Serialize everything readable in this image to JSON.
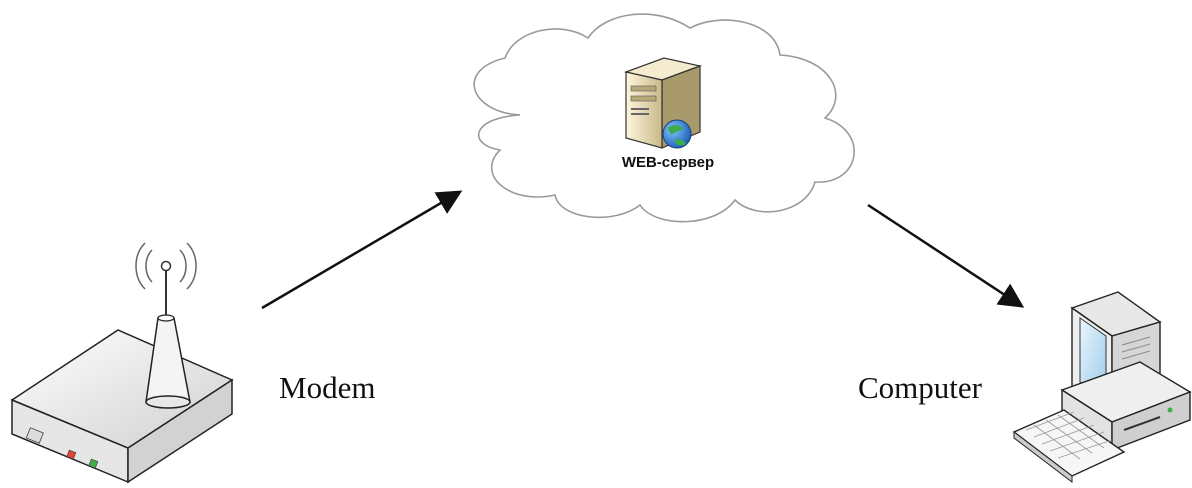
{
  "nodes": {
    "modem": {
      "label": "Modem",
      "icon": "wifi-router-icon"
    },
    "server": {
      "label": "WEB-сервер",
      "icon": "web-server-icon"
    },
    "computer": {
      "label": "Computer",
      "icon": "desktop-computer-icon"
    }
  },
  "edges": [
    {
      "from": "modem",
      "to": "server"
    },
    {
      "from": "server",
      "to": "computer"
    }
  ],
  "colors": {
    "arrow": "#111111",
    "cloud_stroke": "#9a9a9a",
    "device_body": "#f2f2f2",
    "device_stroke": "#222222",
    "led_red": "#e0453a",
    "led_green": "#3fae49",
    "globe": "#2f7fd8",
    "screen": "#bfe0f5"
  }
}
